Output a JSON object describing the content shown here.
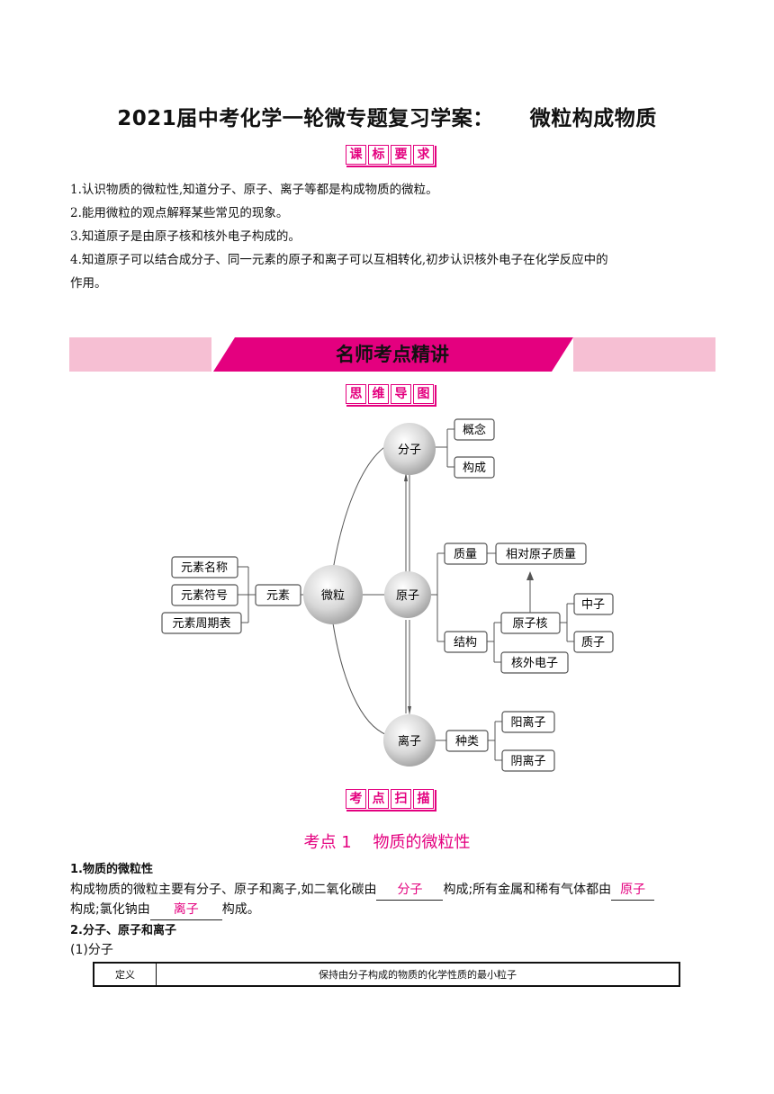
{
  "title": {
    "main": "2021届中考化学一轮微专题复习学案：",
    "sub": "微粒构成物质"
  },
  "section_label_1": [
    "课",
    "标",
    "要",
    "求"
  ],
  "requirements": [
    "1.认识物质的微粒性,知道分子、原子、离子等都是构成物质的微粒。",
    "2.能用微粒的观点解释某些常见的现象。",
    "3.知道原子是由原子核和核外电子构成的。",
    "4.知道原子可以结合成分子、同一元素的原子和离子可以互相转化,初步认识核外电子在化学反应中的",
    "作用。"
  ],
  "banner": "名师考点精讲",
  "section_label_2": [
    "思",
    "维",
    "导",
    "图"
  ],
  "mindmap": {
    "center": "微粒",
    "element": "元素",
    "element_items": [
      "元素名称",
      "元素符号",
      "元素周期表"
    ],
    "molecule": "分子",
    "molecule_items": [
      "概念",
      "构成"
    ],
    "atom": "原子",
    "atom_mass": "质量",
    "atom_mass_item": "相对原子质量",
    "atom_structure": "结构",
    "nucleus": "原子核",
    "nucleus_items": [
      "中子",
      "质子"
    ],
    "electron": "核外电子",
    "ion": "离子",
    "ion_type": "种类",
    "ion_items": [
      "阳离子",
      "阴离子"
    ]
  },
  "section_label_3": [
    "考",
    "点",
    "扫",
    "描"
  ],
  "point_title": "考点 1　 物质的微粒性",
  "sec1": {
    "heading": "1.物质的微粒性",
    "line1_a": "构成物质的微粒主要有分子、原子和离子,如二氧化碳由",
    "blank1": "分子",
    "line1_b": "构成;所有金属和稀有气体都由",
    "blank2": "原子",
    "line2_a": "构成;氯化钠由",
    "blank3": "离子",
    "line2_b": "构成。"
  },
  "sec2": {
    "heading": "2.分子、原子和离子",
    "sub": "(1)分子"
  },
  "table": {
    "label": "定义",
    "value": "保持由分子构成的物质的化学性质的最小粒子"
  }
}
